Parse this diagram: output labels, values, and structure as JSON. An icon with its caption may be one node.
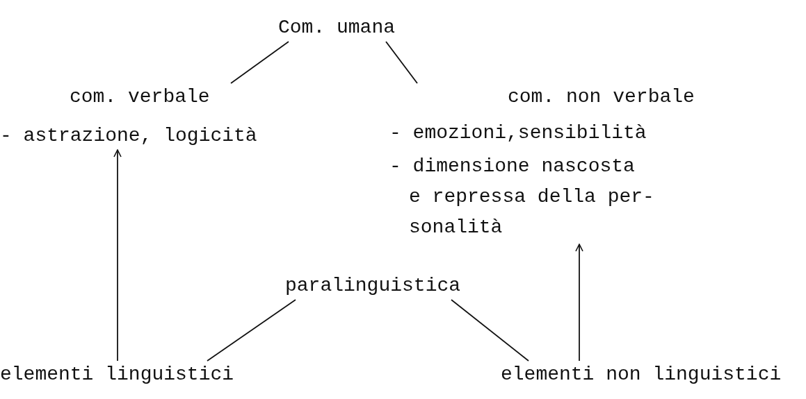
{
  "diagram": {
    "nodes": [
      {
        "text": [
          "Com. umana"
        ]
      },
      {
        "text": [
          "com. verbale",
          "- astrazione, logicità"
        ]
      },
      {
        "text": [
          "com. non verbale",
          "- emozioni,sensibilità",
          "- dimensione nascosta e repressa della per- sonalità"
        ]
      },
      {
        "text": [
          "paralinguistica"
        ]
      },
      {
        "text": [
          "elementi linguistici"
        ]
      },
      {
        "text": [
          "elementi non linguistici"
        ]
      }
    ],
    "edges": [
      {
        "from": 0,
        "to": 1,
        "arrow": "none"
      },
      {
        "from": 0,
        "to": 2,
        "arrow": "none"
      },
      {
        "from": 4,
        "to": 1,
        "arrow": "to"
      },
      {
        "from": 5,
        "to": 2,
        "arrow": "to"
      },
      {
        "from": 3,
        "to": 4,
        "arrow": "none"
      },
      {
        "from": 3,
        "to": 5,
        "arrow": "none"
      }
    ]
  }
}
